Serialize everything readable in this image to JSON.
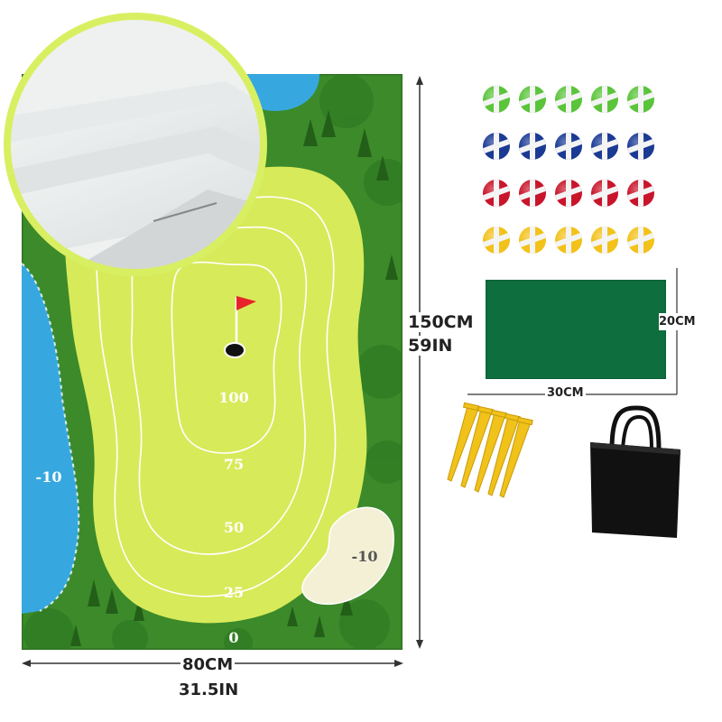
{
  "mat": {
    "score_labels": [
      "100",
      "75",
      "50",
      "25",
      "0"
    ],
    "penalty_labels": [
      "-10",
      "-10"
    ],
    "colors": {
      "grass": "#3f8c2c",
      "green": "#d7ea5a",
      "water": "#37a8df",
      "flag": "#e8232a"
    }
  },
  "dimensions": {
    "height_cm": "150CM",
    "height_in": "59IN",
    "width_cm": "80CM",
    "width_in": "31.5IN",
    "tee_width": "30CM",
    "tee_height": "20CM"
  },
  "accessories": {
    "ball_rows": [
      {
        "name": "green",
        "color": "#5ac43a",
        "count": 5
      },
      {
        "name": "blue",
        "color": "#1b3a94",
        "count": 5
      },
      {
        "name": "red",
        "color": "#c9152b",
        "count": 5
      },
      {
        "name": "yellow",
        "color": "#f2c21a",
        "count": 5
      }
    ],
    "tee_mat_color": "#0f6e3e",
    "stakes_color": "#f0c21a",
    "bag_color": "#111111"
  }
}
